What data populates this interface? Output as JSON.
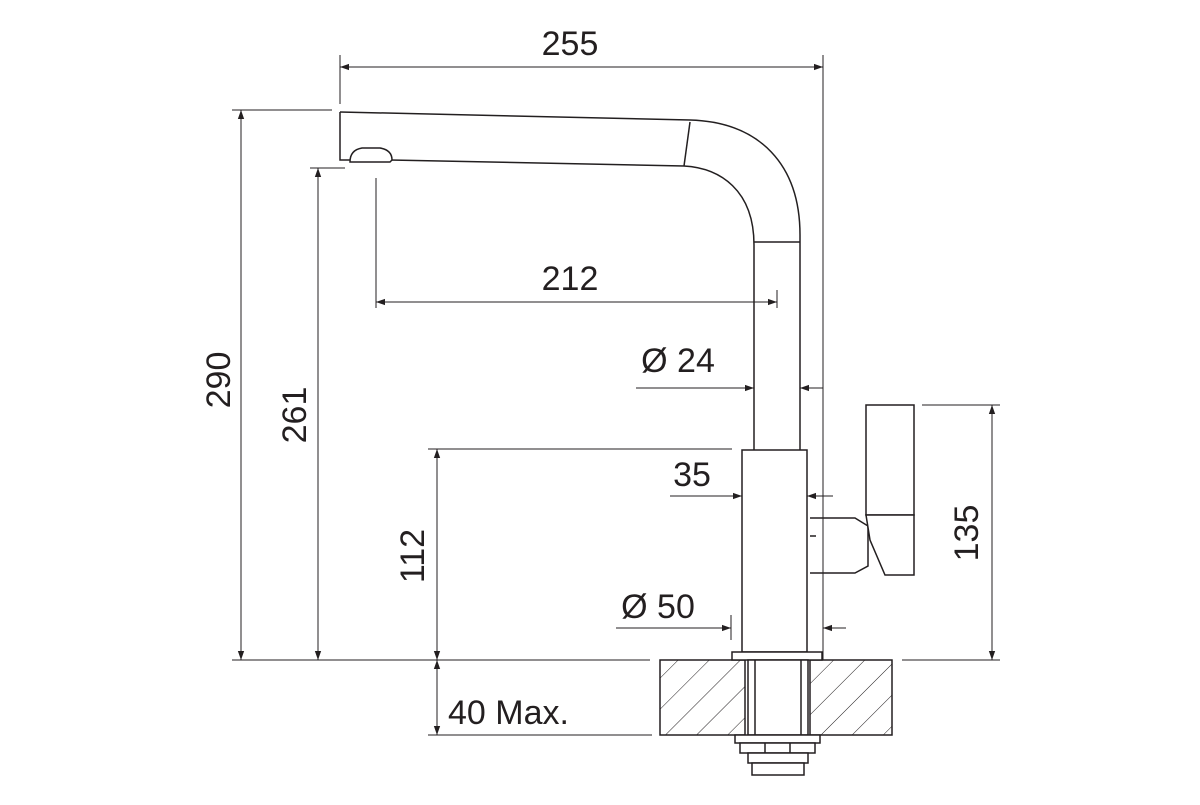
{
  "colors": {
    "line": "#231f20",
    "background": "#ffffff"
  },
  "dimensions": {
    "total_reach": "255",
    "spout_reach": "212",
    "total_height": "290",
    "outlet_height": "261",
    "body_height": "112",
    "lever_height": "135",
    "spout_diameter": "Ø 24",
    "body_width": "35",
    "base_diameter": "Ø 50",
    "max_worktop_thickness": "40 Max."
  }
}
